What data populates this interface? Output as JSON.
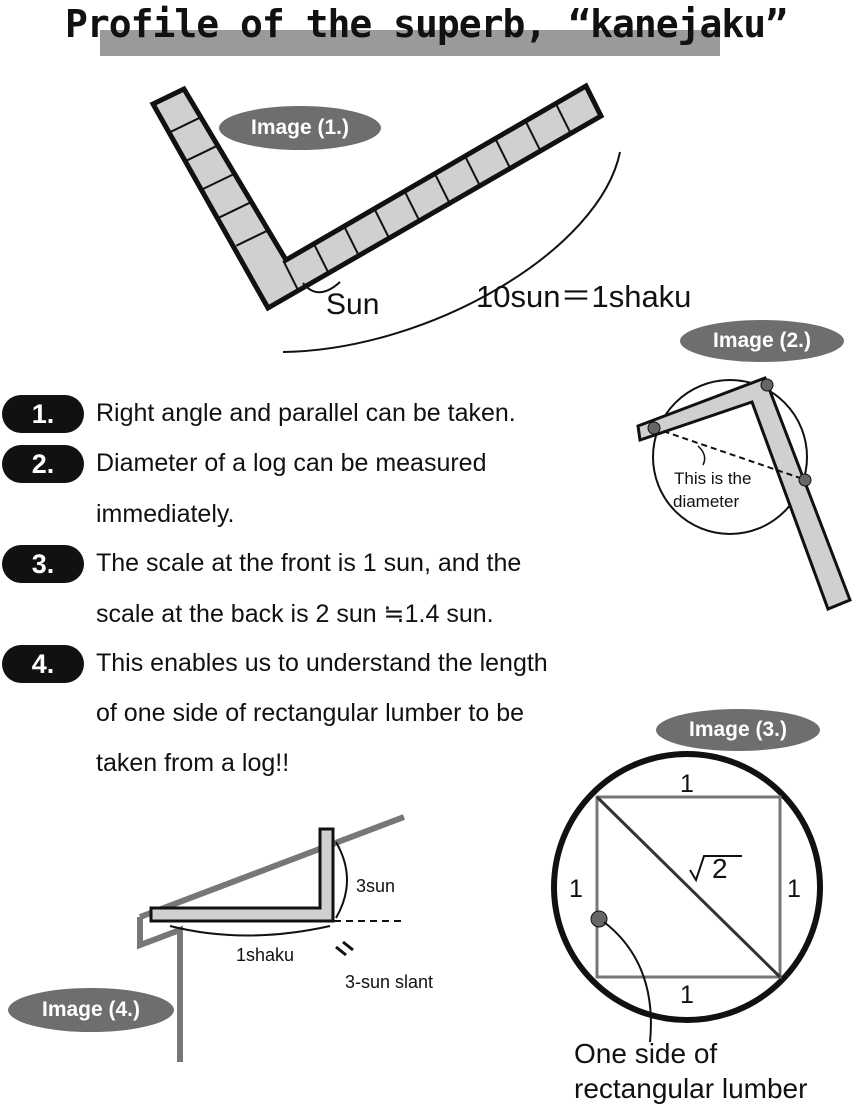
{
  "title": "Profile of the superb, “kanejaku”",
  "image_labels": {
    "img1": "Image (1.)",
    "img2": "Image (2.)",
    "img3": "Image (3.)",
    "img4": "Image (4.)"
  },
  "image1": {
    "sun": "Sun",
    "shaku": "10sun＝1shaku"
  },
  "image2": {
    "diameter_line1": "This is the",
    "diameter_line2": "diameter"
  },
  "image3": {
    "side_top": "1",
    "side_bottom": "1",
    "side_left": "1",
    "side_right": "1",
    "diagonal": "2",
    "caption_line1": "One side of",
    "caption_line2": "rectangular lumber"
  },
  "image4": {
    "three_sun": "3sun",
    "one_shaku": "1shaku",
    "slant": "3-sun slant"
  },
  "items": [
    {
      "num": "1.",
      "lines": [
        "Right angle and parallel can be taken."
      ]
    },
    {
      "num": "2.",
      "lines": [
        "Diameter of a log can be measured",
        "immediately."
      ]
    },
    {
      "num": "3.",
      "lines": [
        "The scale at the front is 1 sun, and the",
        "scale at the back is 2 sun ≒1.4 sun."
      ]
    },
    {
      "num": "4.",
      "lines": [
        "This enables us to understand the length",
        "of one side of rectangular lumber to be",
        "taken from a log!!"
      ]
    }
  ]
}
